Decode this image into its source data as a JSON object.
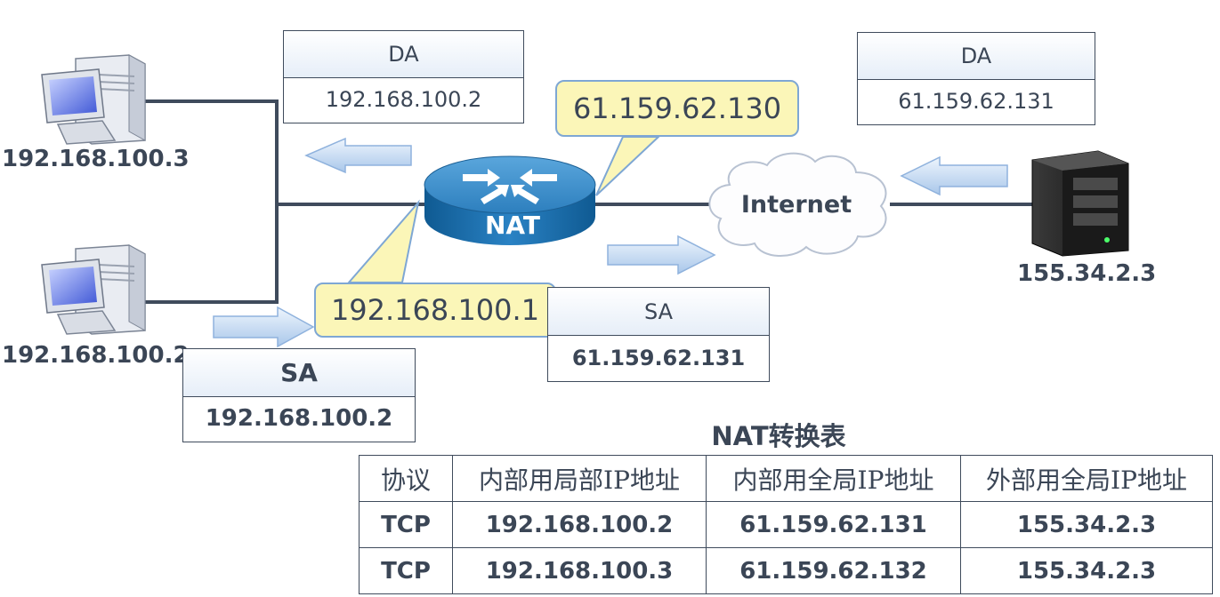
{
  "hosts": {
    "pc_top": "192.168.100.3",
    "pc_bottom": "192.168.100.2",
    "server": "155.34.2.3"
  },
  "router_label": "NAT",
  "cloud_label": "Internet",
  "callouts": {
    "outside_ip": "61.159.62.130",
    "inside_ip": "192.168.100.1"
  },
  "boxes": {
    "inside_da": {
      "header": "DA",
      "value": "192.168.100.2"
    },
    "outside_da": {
      "header": "DA",
      "value": "61.159.62.131"
    },
    "outside_sa": {
      "header": "SA",
      "value": "61.159.62.131"
    },
    "inside_sa": {
      "header": "SA",
      "value": "192.168.100.2"
    }
  },
  "table": {
    "title": "NAT转换表",
    "headers": [
      "协议",
      "内部用局部IP地址",
      "内部用全局IP地址",
      "外部用全局IP地址"
    ],
    "rows": [
      [
        "TCP",
        "192.168.100.2",
        "61.159.62.131",
        "155.34.2.3"
      ],
      [
        "TCP",
        "192.168.100.3",
        "61.159.62.132",
        "155.34.2.3"
      ]
    ]
  },
  "colors": {
    "line": "#3f4b5c",
    "callout_fill": "#fbf6b8",
    "callout_border": "#7ea7d4",
    "arrow_fill": "#c9dcf3",
    "router": "#1f6fa8"
  }
}
